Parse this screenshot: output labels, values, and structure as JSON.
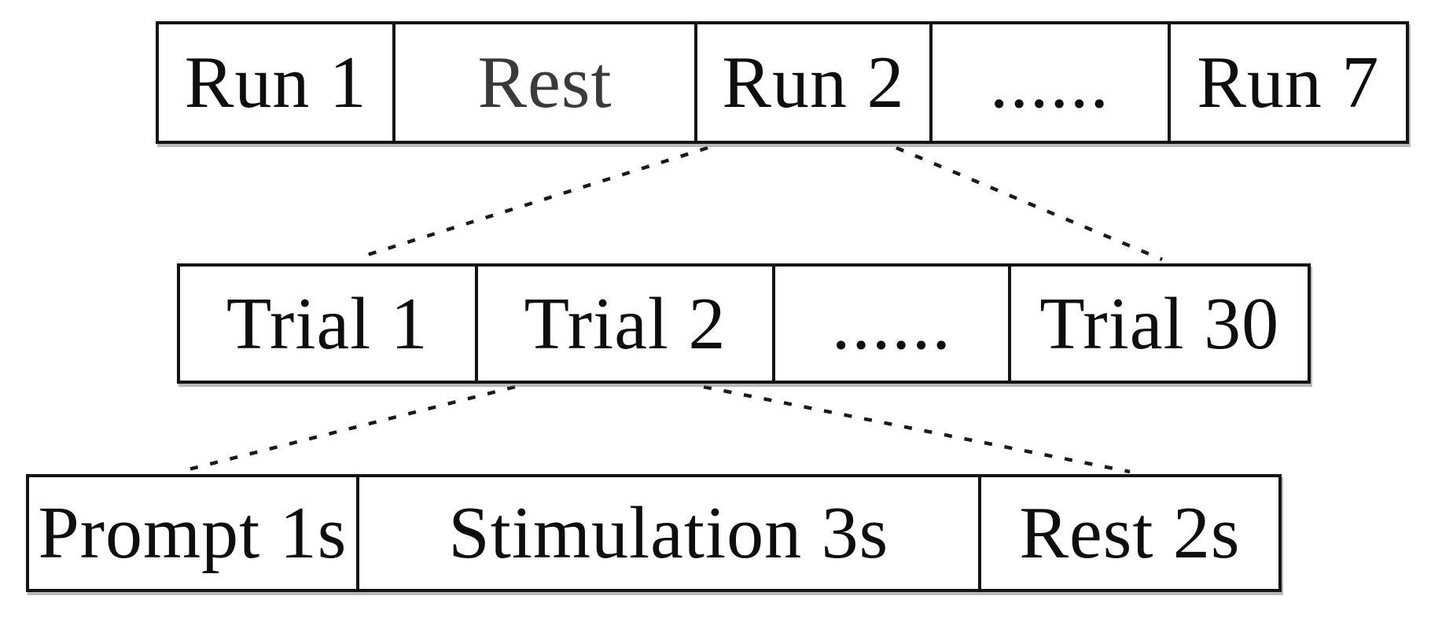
{
  "figure": {
    "description": "Experimental paradigm timing diagram with three hierarchical levels: runs, trials, and trial phases",
    "rows": {
      "runs": {
        "cells": [
          {
            "label": "Run 1"
          },
          {
            "label": "Rest"
          },
          {
            "label": "Run 2"
          },
          {
            "label": "......"
          },
          {
            "label": "Run 7"
          }
        ]
      },
      "trials": {
        "cells": [
          {
            "label": "Trial 1"
          },
          {
            "label": "Trial 2"
          },
          {
            "label": "......"
          },
          {
            "label": "Trial 30"
          }
        ]
      },
      "phases": {
        "cells": [
          {
            "label": "Prompt 1s"
          },
          {
            "label": "Stimulation 3s"
          },
          {
            "label": "Rest 2s"
          }
        ]
      }
    },
    "connectors": [
      {
        "name": "run2-to-trials-left",
        "from": "Run 2",
        "to": "trials row"
      },
      {
        "name": "run2-to-trials-right",
        "from": "Run 2",
        "to": "trials row"
      },
      {
        "name": "trial2-to-phases-left",
        "from": "Trial 2",
        "to": "phases row"
      },
      {
        "name": "trial2-to-phases-right",
        "from": "Trial 2",
        "to": "phases row"
      }
    ],
    "colors": {
      "background": "#ffffff",
      "border": "#141414",
      "text": "#0e0e0e",
      "muted_text": "#3a3a3a",
      "connector": "#1a1a1a"
    }
  }
}
